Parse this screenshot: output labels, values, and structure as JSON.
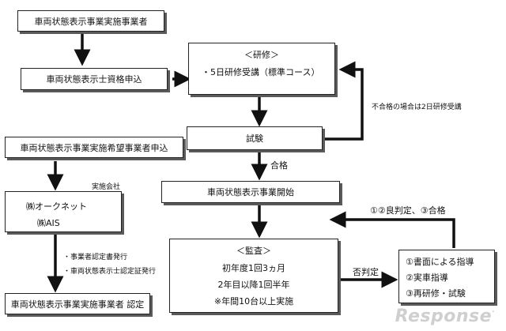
{
  "boxes": {
    "operator": "車両状態表示事業実施事業者",
    "apply_qualification": "車両状態表示士資格申込",
    "training_title": "＜研修＞",
    "training_line": "・5日研修受講（標準コース）",
    "exam": "試験",
    "operator_apply": "車両状態表示事業実施希望事業者申込",
    "provider_1": "㈱オークネット",
    "provider_2": "㈱AIS",
    "license_start": "車両状態表示事業開始",
    "audit_title": "＜監査＞",
    "audit_line1": "初年度1回3ヵ月",
    "audit_line2": "2年目以降1回半年",
    "audit_line3": "※年間10台以上実施",
    "guidance_1": "①書面による指導",
    "guidance_2": "②実車指導",
    "guidance_3": "③再研修・試験",
    "certified": "車両状態表示事業実施事業者 認定"
  },
  "labels": {
    "fail_retrain": "不合格の場合は2日研修受講",
    "pass": "合格",
    "implementer": "実施会社",
    "good_pass": "①②良判定、③合格",
    "negative": "否判定",
    "issue_1": "・事業者認定書発行",
    "issue_2": "・車両状態表示士認定証発行"
  },
  "watermark": "Response"
}
